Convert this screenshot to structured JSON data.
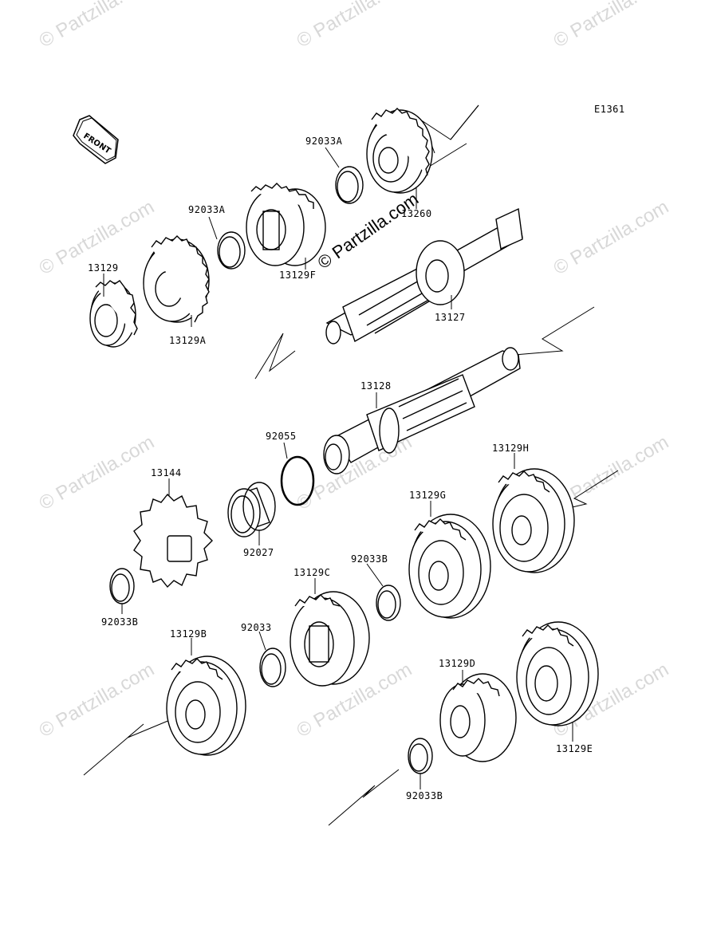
{
  "diagram_code": "E1361",
  "front_label": "FRONT",
  "watermark": "© Partzilla.com",
  "watermark_main": "© Partzilla.com",
  "labels": {
    "p13129": "13129",
    "p13129A": "13129A",
    "p92033A_1": "92033A",
    "p13129F": "13129F",
    "p92033A_2": "92033A",
    "p13260": "13260",
    "p13127": "13127",
    "p13128": "13128",
    "p92055": "92055",
    "p13144": "13144",
    "p92027": "92027",
    "p92033B_1": "92033B",
    "p13129C": "13129C",
    "p92033B_2": "92033B",
    "p13129G": "13129G",
    "p13129H": "13129H",
    "p13129B": "13129B",
    "p92033": "92033",
    "p13129D": "13129D",
    "p13129E": "13129E",
    "p92033B_3": "92033B"
  }
}
